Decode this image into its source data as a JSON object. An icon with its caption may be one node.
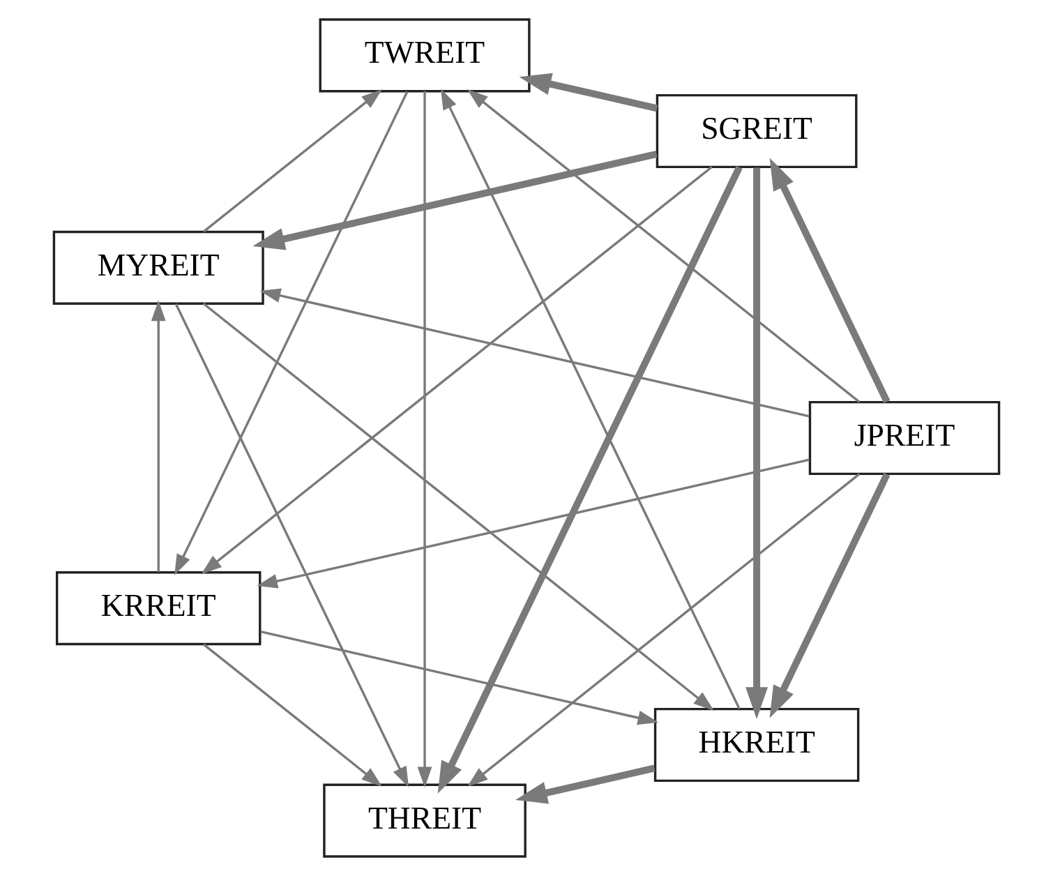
{
  "diagram": {
    "nodes": [
      {
        "text": [
          "HKREIT"
        ]
      },
      {
        "text": [
          "JPREIT"
        ]
      },
      {
        "text": [
          "KRREIT"
        ]
      },
      {
        "text": [
          "MYREIT"
        ]
      },
      {
        "text": [
          "TWREIT"
        ]
      },
      {
        "text": [
          "SGREIT"
        ]
      },
      {
        "text": [
          "THREIT"
        ]
      }
    ],
    "edges": [
      {
        "from": 1,
        "to": 0,
        "arrow": "to",
        "style": "thick"
      },
      {
        "from": 2,
        "to": 0,
        "arrow": "to"
      },
      {
        "from": 0,
        "to": 6,
        "arrow": "to",
        "style": "thick"
      },
      {
        "from": 0,
        "to": 4,
        "arrow": "to"
      },
      {
        "from": 5,
        "to": 0,
        "arrow": "to",
        "style": "thick"
      },
      {
        "from": 1,
        "to": 5,
        "arrow": "to",
        "style": "thick"
      },
      {
        "from": 1,
        "to": 2,
        "arrow": "to"
      },
      {
        "from": 1,
        "to": 4,
        "arrow": "to"
      },
      {
        "from": 1,
        "to": 3,
        "arrow": "to"
      },
      {
        "from": 1,
        "to": 6,
        "arrow": "to"
      },
      {
        "from": 3,
        "to": 0,
        "arrow": "to"
      },
      {
        "from": 2,
        "to": 3,
        "arrow": "to"
      },
      {
        "from": 3,
        "to": 4,
        "arrow": "to"
      },
      {
        "from": 5,
        "to": 3,
        "arrow": "to",
        "style": "thick"
      },
      {
        "from": 3,
        "to": 6,
        "arrow": "to"
      },
      {
        "from": 5,
        "to": 6,
        "arrow": "to",
        "style": "thick"
      },
      {
        "from": 5,
        "to": 4,
        "arrow": "to",
        "style": "thick"
      },
      {
        "from": 5,
        "to": 2,
        "arrow": "to"
      },
      {
        "from": 2,
        "to": 6,
        "arrow": "to"
      },
      {
        "from": 4,
        "to": 2,
        "arrow": "to"
      },
      {
        "from": 4,
        "to": 6,
        "arrow": "to"
      }
    ]
  }
}
